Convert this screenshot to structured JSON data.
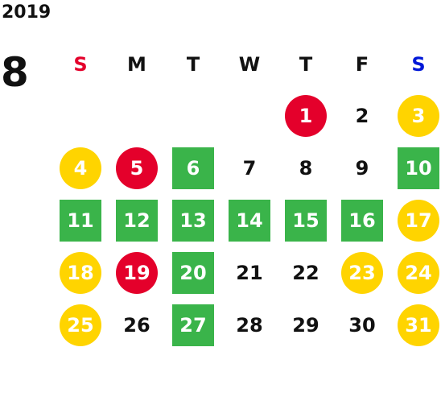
{
  "calendar": {
    "year": "2019",
    "month": "8",
    "colors": {
      "sunday_label": "#e4002b",
      "saturday_label": "#0018d8",
      "weekday_label": "#111111",
      "holiday": "#e4002b",
      "weekend": "#ffd400",
      "open": "#3ab44a",
      "plain": "#111111"
    },
    "weekdays": [
      {
        "label": "S",
        "kind": "sunday"
      },
      {
        "label": "M",
        "kind": "weekday"
      },
      {
        "label": "T",
        "kind": "weekday"
      },
      {
        "label": "W",
        "kind": "weekday"
      },
      {
        "label": "T",
        "kind": "weekday"
      },
      {
        "label": "F",
        "kind": "weekday"
      },
      {
        "label": "S",
        "kind": "saturday"
      }
    ],
    "days": [
      {
        "day": "1",
        "type": "holiday"
      },
      {
        "day": "2",
        "type": "plain"
      },
      {
        "day": "3",
        "type": "weekend"
      },
      {
        "day": "4",
        "type": "weekend"
      },
      {
        "day": "5",
        "type": "holiday"
      },
      {
        "day": "6",
        "type": "open"
      },
      {
        "day": "7",
        "type": "plain"
      },
      {
        "day": "8",
        "type": "plain"
      },
      {
        "day": "9",
        "type": "plain"
      },
      {
        "day": "10",
        "type": "open"
      },
      {
        "day": "11",
        "type": "open"
      },
      {
        "day": "12",
        "type": "open"
      },
      {
        "day": "13",
        "type": "open"
      },
      {
        "day": "14",
        "type": "open"
      },
      {
        "day": "15",
        "type": "open"
      },
      {
        "day": "16",
        "type": "open"
      },
      {
        "day": "17",
        "type": "weekend"
      },
      {
        "day": "18",
        "type": "weekend"
      },
      {
        "day": "19",
        "type": "holiday"
      },
      {
        "day": "20",
        "type": "open"
      },
      {
        "day": "21",
        "type": "plain"
      },
      {
        "day": "22",
        "type": "plain"
      },
      {
        "day": "23",
        "type": "weekend"
      },
      {
        "day": "24",
        "type": "weekend"
      },
      {
        "day": "25",
        "type": "weekend"
      },
      {
        "day": "26",
        "type": "plain"
      },
      {
        "day": "27",
        "type": "open"
      },
      {
        "day": "28",
        "type": "plain"
      },
      {
        "day": "29",
        "type": "plain"
      },
      {
        "day": "30",
        "type": "plain"
      },
      {
        "day": "31",
        "type": "weekend"
      }
    ]
  }
}
